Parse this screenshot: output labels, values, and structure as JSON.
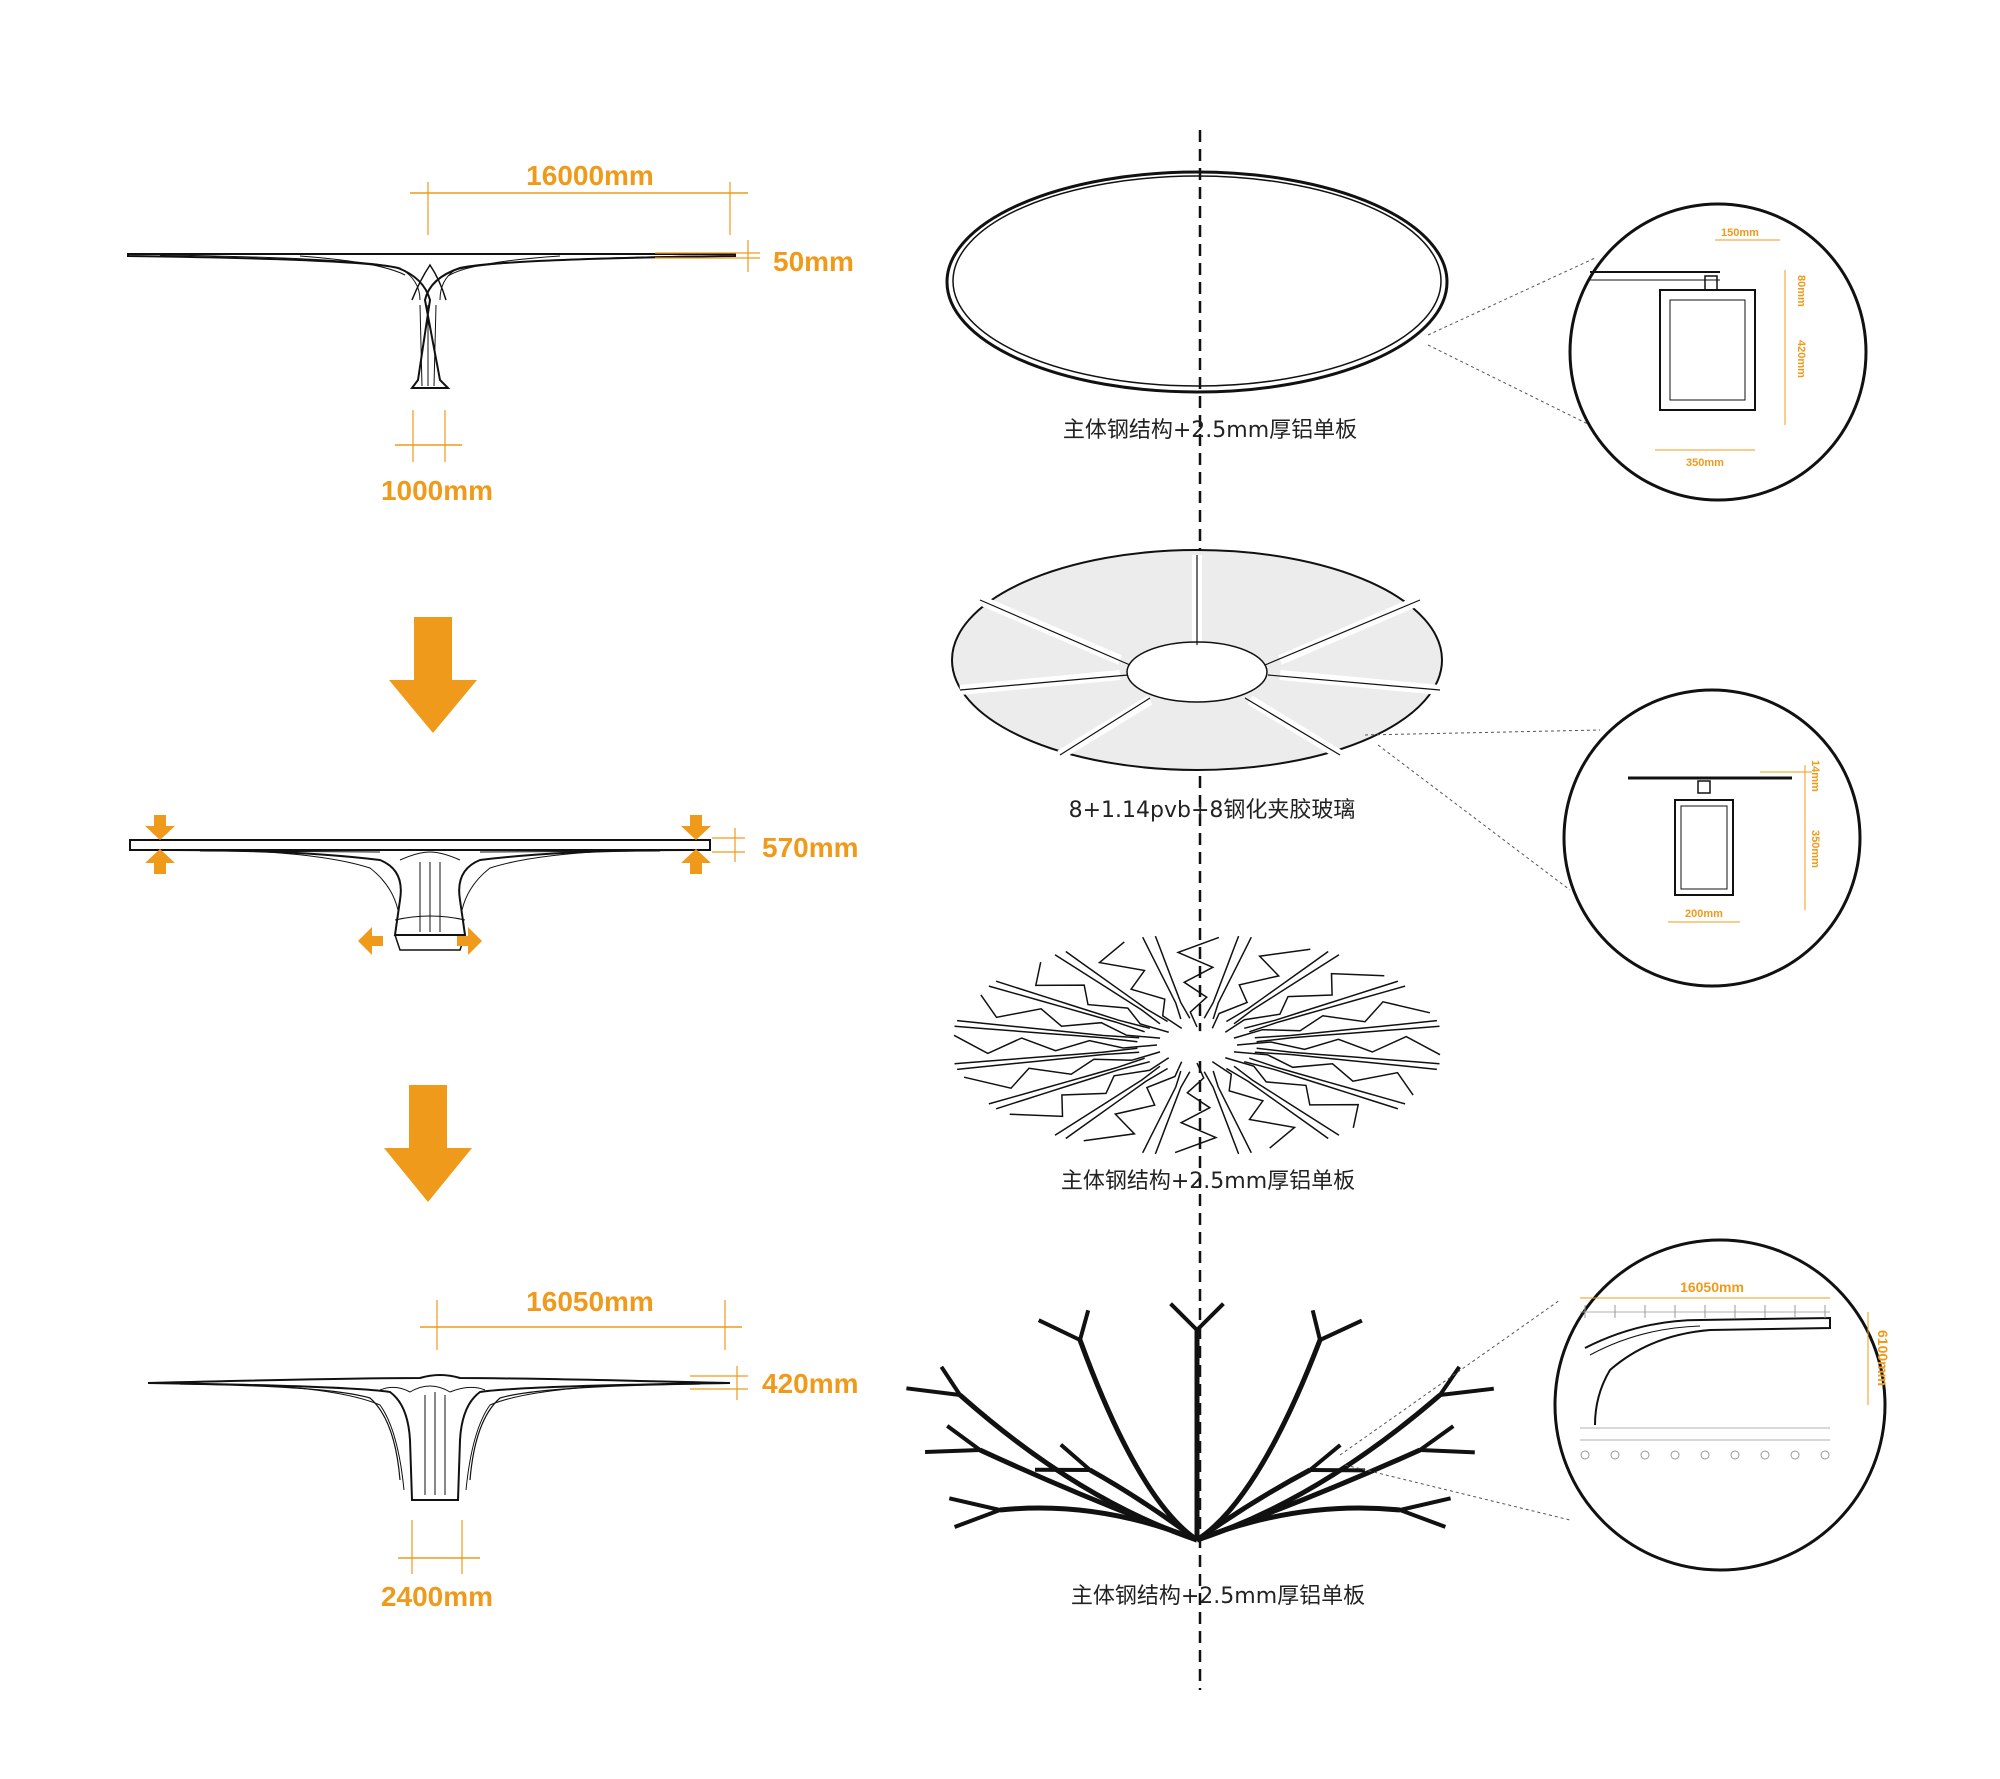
{
  "colors": {
    "accent": "#ef9a1a",
    "line": "#111111",
    "glass": "#e2e2e2"
  },
  "left": {
    "stage1": {
      "width": "16000mm",
      "thickness": "50mm",
      "base": "1000mm"
    },
    "stage2": {
      "thickness": "570mm"
    },
    "stage3": {
      "width": "16050mm",
      "thickness": "420mm",
      "base": "2400mm"
    }
  },
  "layers": [
    {
      "caption": "主体钢结构+2.5mm厚铝单板"
    },
    {
      "caption": "8+1.14pvb+8钢化夹胶玻璃"
    },
    {
      "caption": "主体钢结构+2.5mm厚铝单板"
    },
    {
      "caption": "主体钢结构+2.5mm厚铝单板"
    }
  ],
  "details": [
    {
      "dims": [
        "150mm",
        "80mm",
        "420mm",
        "350mm"
      ]
    },
    {
      "dims": [
        "14mm",
        "350mm",
        "200mm"
      ]
    },
    {
      "dims": [
        "16050mm",
        "6100mm"
      ]
    }
  ]
}
